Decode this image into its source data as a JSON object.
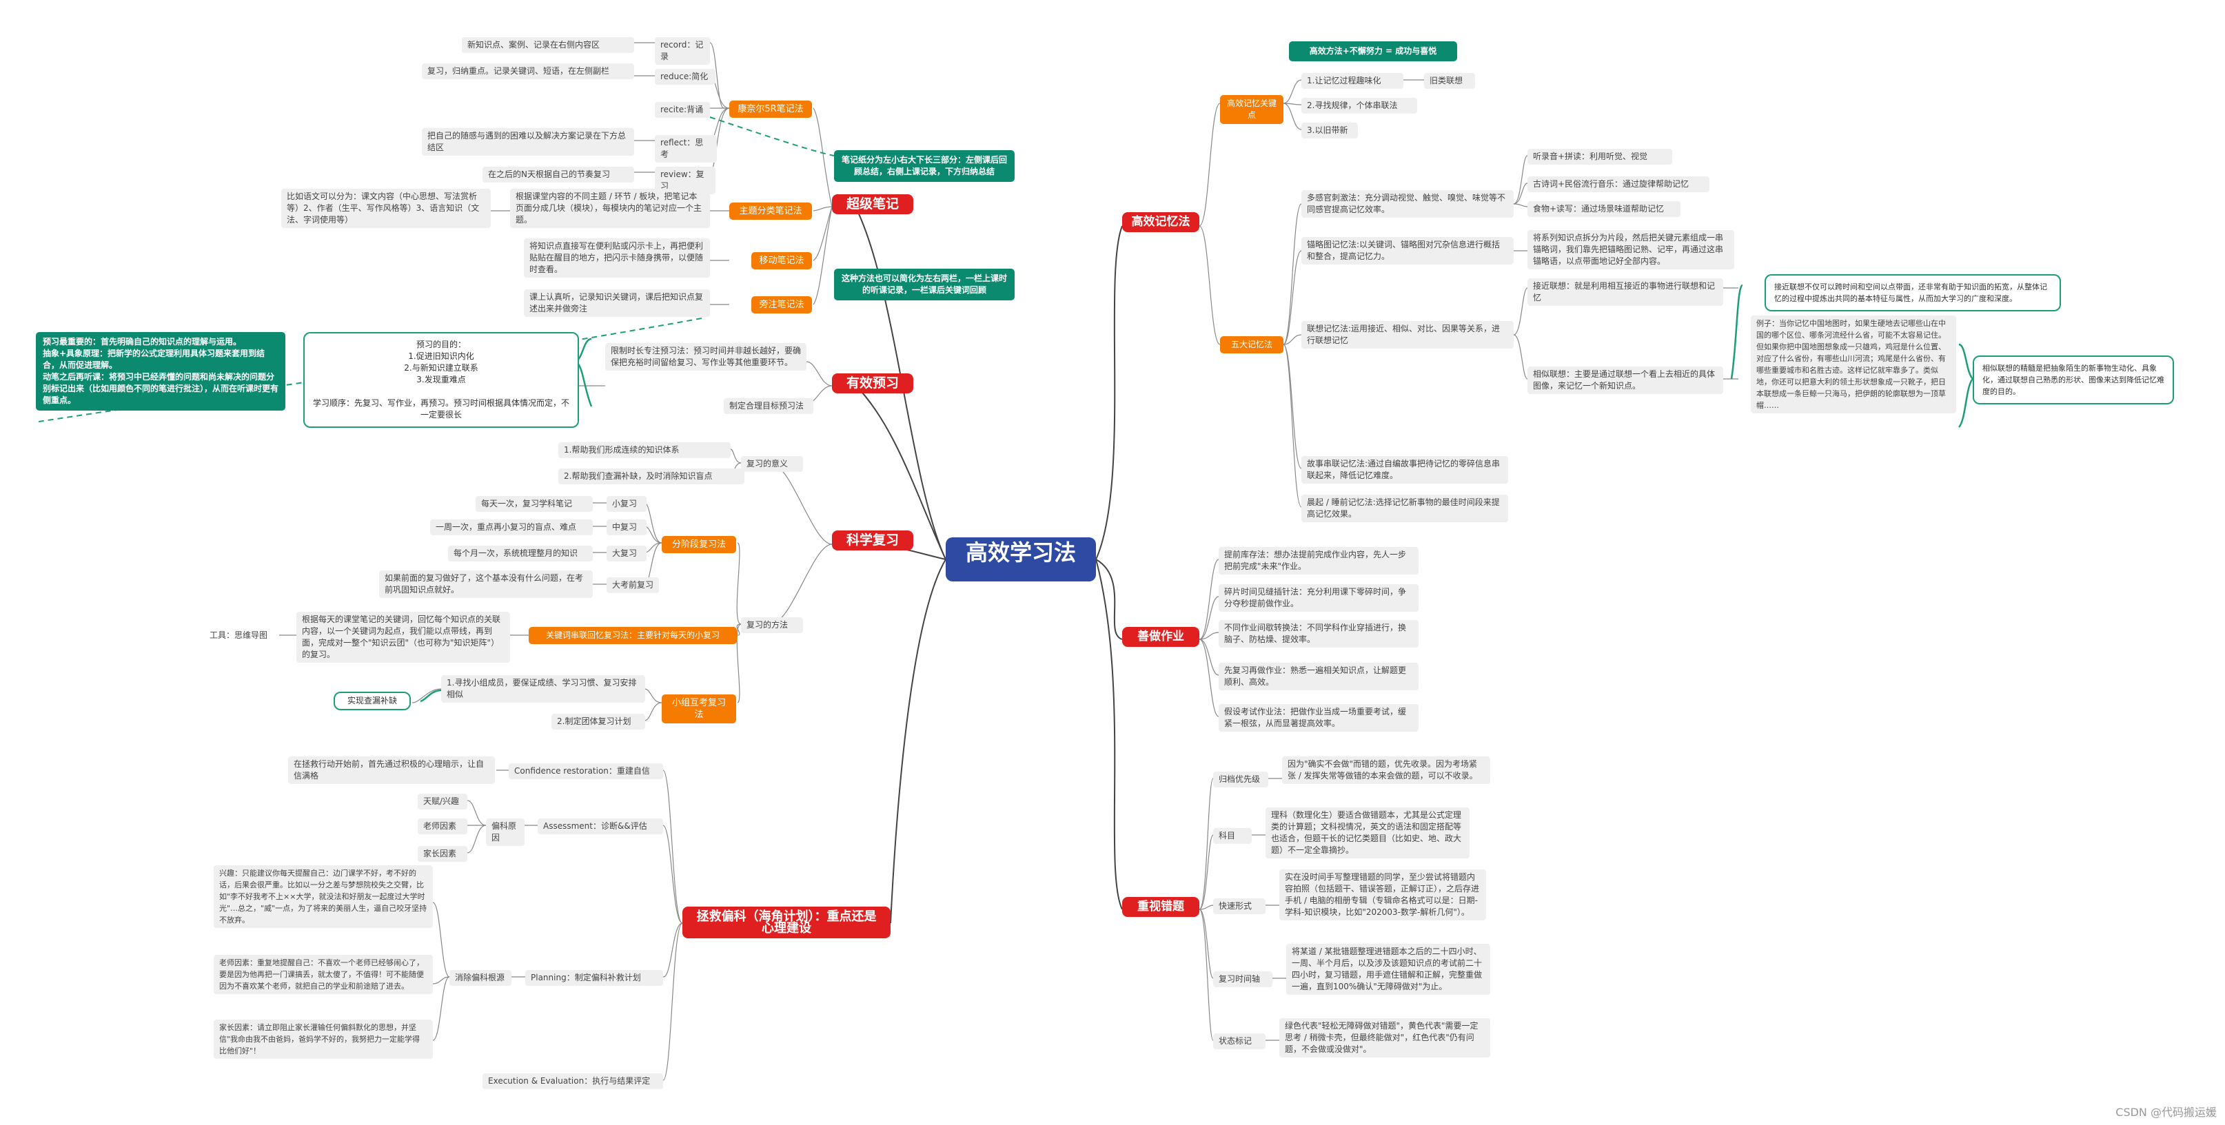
{
  "root": "高效学习法",
  "watermark": "CSDN @代码搬运媛",
  "branches": {
    "super_notes": "超级笔记",
    "preview": "有效预习",
    "review": "科学复习",
    "rescue": "拯救偏科（海角计划）：重点还是心理建设",
    "memory": "高效记忆法",
    "homework": "善做作业",
    "mistakes": "重视错题"
  },
  "super_notes": {
    "kangnaier": "康奈尔5R笔记法",
    "record_k": "record：记录",
    "record_v": "新知识点、案例、记录在右侧内容区",
    "reduce_k": "reduce:简化",
    "reduce_v": "复习，归纳重点。记录关键词、短语，在左侧副栏",
    "recite_k": "recite:背诵",
    "reflect_k": "reflect：思考",
    "reflect_v": "把自己的随感与遇到的困难以及解决方案记录在下方总结区",
    "review_k": "review：复习",
    "review_v": "在之后的N天根据自己的节奏复习",
    "teal_note": "笔记纸分为左小右大下长三部分：左侧课后回顾总结，右侧上课记录，下方归纳总结",
    "topic": "主题分类笔记法",
    "topic_desc": "根据课堂内容的不同主题 / 环节 / 板块，把笔记本页面分成几块（模块），每模块内的笔记对应一个主题。",
    "topic_example": "比如语文可以分为：课文内容（中心思想、写法赏析等）2、作者（生平、写作风格等）3、语言知识（文法、字词使用等）",
    "sticky": "移动笔记法",
    "sticky_desc": "将知识点直接写在便利贴或闪示卡上，再把便利贴贴在醒目的地方，把闪示卡随身携带，以便随时查看。",
    "marginal": "旁注笔记法",
    "marginal_desc": "课上认真听，记录知识关键词，课后把知识点复述出来并做旁注",
    "teal_note2": "这种方法也可以简化为左右两栏，一栏上课时的听课记录，一栏课后关键词回顾"
  },
  "preview": {
    "left_teal": "预习最重要的：首先明确自己的知识点的理解与运用。\n抽象+具象原理：把新学的公式定理利用具体习题来套用到结合，从而促进理解。\n动笔之后再听课：将预习中已经弄懂的问题和尚未解决的问题分别标记出来（比如用颜色不同的笔进行批注），从而在听课时更有侧重点。",
    "note_goals": "预习的目的：\n1.促进旧知识内化\n2.与新知识建立联系\n3.发现重难点\n\n学习顺序：先复习、写作业，再预习。预习时间根据具体情况而定，不一定要很长",
    "limit": "限制时长专注预习法：预习时间并非越长越好，要确保把充裕时间留给复习、写作业等其他重要环节。",
    "goal_plan": "制定合理目标预习法"
  },
  "review": {
    "meaning": "复习的意义",
    "m1": "1.帮助我们形成连续的知识体系",
    "m2": "2.帮助我们查漏补缺，及时消除知识盲点",
    "methods": "复习的方法",
    "staged": "分阶段复习法",
    "small_r": "小复习",
    "small_v": "每天一次，复习学科笔记",
    "mid_r": "中复习",
    "mid_v": "一周一次，重点再小复习的盲点、难点",
    "big_r": "大复习",
    "big_v": "每个月一次，系统梳理整月的知识",
    "huge_r": "大考前复习",
    "huge_v": "如果前面的复习做好了，这个基本没有什么问题，在考前巩固知识点就好。",
    "keyword": "关键词串联回忆复习法：主要针对每天的小复习",
    "keyword_v": "根据每天的课堂笔记的关键词，回忆每个知识点的关联内容，以一个关键词为起点，我们能以点带线，再到面，完成对一整个\"知识云团\"（也可称为\"知识矩阵\"）的复习。",
    "tool": "工具：思维导图",
    "group": "小组互考复习法",
    "group_v1": "1.寻找小组成员，要保证成绩、学习习惯、复习安排相似",
    "group_v2": "2.制定团体复习计划",
    "group_side": "实现查漏补缺"
  },
  "rescue": {
    "confidence_k": "Confidence restoration：重建自信",
    "confidence_v": "在拯救行动开始前，首先通过积极的心理暗示，让自信满格",
    "assess_k": "Assessment：诊断&&评估",
    "cause": "偏科原因",
    "c1": "天赋/兴趣",
    "c2": "老师因素",
    "c3": "家长因素",
    "plan_k": "Planning：制定偏科补救计划",
    "plan_sub": "消除偏科根源",
    "p1": "兴趣：只能建议你每天提醒自己：边门课学不好，考不好的话，后果会很严重。比如以一分之差与梦想院校失之交臂，比如\"李不好我考不上××大学，就没法和好朋友一起度过大学时光\"…总之，\"威\"一点，为了将来的美丽人生，逼自己咬牙坚持不放弃。",
    "p2": "老师因素：重复地提醒自己：不喜欢一个老师已经够闹心了，要是因为他再把一门课搞丢，就太傻了，不值得！可不能随便因为不喜欢某个老师，就把自己的学业和前途赔了进去。",
    "p3": "家长因素：请立即阻止家长灌输任何偏斜默化的思想，并坚信\"我命由我不由爸妈，爸妈学不好的，我努把力一定能学得比他们好\"！",
    "exec": "Execution & Evaluation：执行与结果评定"
  },
  "memory": {
    "formula": "高效方法+不懈努力 = 成功与喜悦",
    "keys": "高效记忆关键点",
    "k1": "1.让记忆过程趣味化",
    "k1_sub": "旧类联想",
    "k2": "2.寻找规律，个体串联法",
    "k3": "3.以旧带新",
    "five": "五大记忆法",
    "sense": "多感官刺激法：充分调动视觉、触觉、嗅觉、味觉等不同感官提高记忆效率。",
    "s1": "听录音+拼读：利用听觉、视觉",
    "s2": "古诗词+民俗流行音乐：通过旋律帮助记忆",
    "s3": "食物+读写：通过场景味道帮助记忆",
    "chain": "锚略图记忆法:以关键词、锚略图对冗杂信息进行概括和整合，提高记忆力。",
    "chain_v": "将系列知识点拆分为片段，然后把关键元素组成一串锚略词，我们靠先把锚略图记熟、记牢，再通过这串锚略语，以点带面地记好全部内容。",
    "assoc": "联想记忆法:运用接近、相似、对比、因果等关系，进行联想记忆",
    "near": "接近联想：就是利用相互接近的事物进行联想和记忆",
    "near_note": "接近联想不仅可以跨时间和空间以点带面，还非常有助于知识面的拓宽，从整体记忆的过程中提炼出共同的基本特征与属性，从而加大学习的广度和深度。",
    "similar": "相似联想：主要是通过联想一个看上去相近的具体图像，来记忆一个新知识点。",
    "example": "例子：当你记忆中国地图时，如果生硬地去记哪些山在中国的哪个区位、哪条河流经什么省，可能不太容易记住。但如果你把中国地图想象成一只雄鸡，鸡冠是什么位置、对应了什么省份，有哪些山川河流；鸡尾是什么省份、有哪些重要城市和名胜古迹。这样记忆就牢靠多了。类似地，你还可以把意大利的领土形状想象成一只靴子，把日本联想成一条巨鲸一只海马，把伊朗的轮廓联想为一顶草帽……",
    "similar_note": "相似联想的精髓是把抽象陌生的新事物生动化、具象化，通过联想自己熟悉的形状、图像来达到降低记忆难度的目的。",
    "story": "故事串联记忆法:通过自编故事把待记忆的零碎信息串联起来，降低记忆难度。",
    "morning": "晨起 / 睡前记忆法:选择记忆新事物的最佳时间段来提高记忆效果。"
  },
  "homework": {
    "h1": "提前库存法：想办法提前完成作业内容，先人一步把前完成\"未来\"作业。",
    "h2": "碎片时间见缝插针法：充分利用课下零碎时间，争分夺秒提前做作业。",
    "h3": "不同作业间歇转换法：不同学科作业穿插进行，换脑子、防枯燥、提效率。",
    "h4": "先复习再做作业：熟悉一遍相关知识点，让解题更顺利、高效。",
    "h5": "假设考试作业法：把做作业当成一场重要考试，缓紧一根弦，从而显著提高效率。"
  },
  "mistakes": {
    "cat1": "归档优先级",
    "cat1_v": "因为\"确实不会做\"而错的题，优先收录。因为考场紧张 / 发挥失常等做错的本来会做的题，可以不收录。",
    "cat2": "科目",
    "cat2_v": "理科（数理化生）要适合做错题本，尤其是公式定理类的计算题；文科视情况，英文的语法和固定搭配等也适合，但题干长的记忆类题目（比如史、地、政大题）不一定全靠摘抄。",
    "cat3": "快速形式",
    "cat3_v": "实在没时间手写整理错题的同学，至少尝试将错题内容拍照（包括题干、错误答题，正解订正），之后存进手机 / 电脑的相册专辑（专辑命名格式可以是：日期-学科-知识模块，比如\"202003-数学-解析几何\"）。",
    "cat4": "复习时间轴",
    "cat4_v": "将某道 / 某批错题整理进错题本之后的二十四小时、一周、半个月后，以及涉及该题知识点的考试前二十四小时，复习错题，用手遮住错解和正解，完整重做一遍，直到100%确认\"无障碍做对\"为止。",
    "cat5": "状态标记",
    "cat5_v": "绿色代表\"轻松无障碍做对错题\"，黄色代表\"需要一定思考 / 稍微卡壳，但最终能做对\"，红色代表\"仍有问题，不会做或没做对\"。"
  }
}
